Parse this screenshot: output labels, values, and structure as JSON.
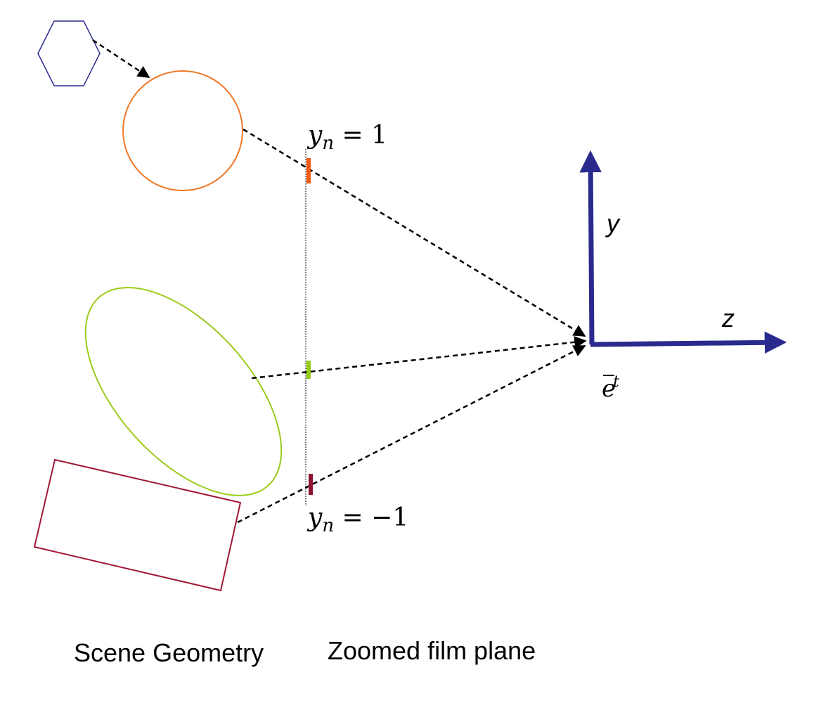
{
  "captions": {
    "scene": "Scene Geometry",
    "film": "Zoomed film plane"
  },
  "film_plane": {
    "top_label": {
      "var": "y",
      "sub": "n",
      "op": " = ",
      "val": "1"
    },
    "bottom_label": {
      "var": "y",
      "sub": "n",
      "op": " = ",
      "val": "−1"
    }
  },
  "axes": {
    "y_label": "y",
    "z_label": "z",
    "eye_label": {
      "var": "e",
      "sup": "t"
    }
  },
  "colors": {
    "axis": "#2a2a8e",
    "hexagon": "#2a2a8e",
    "circle": "#f07828",
    "ellipse": "#9ccc1c",
    "rectangle": "#a01838",
    "tick_top": "#f05a14",
    "tick_mid": "#94cc18",
    "tick_bottom": "#8c1430",
    "rays": "#000000"
  }
}
